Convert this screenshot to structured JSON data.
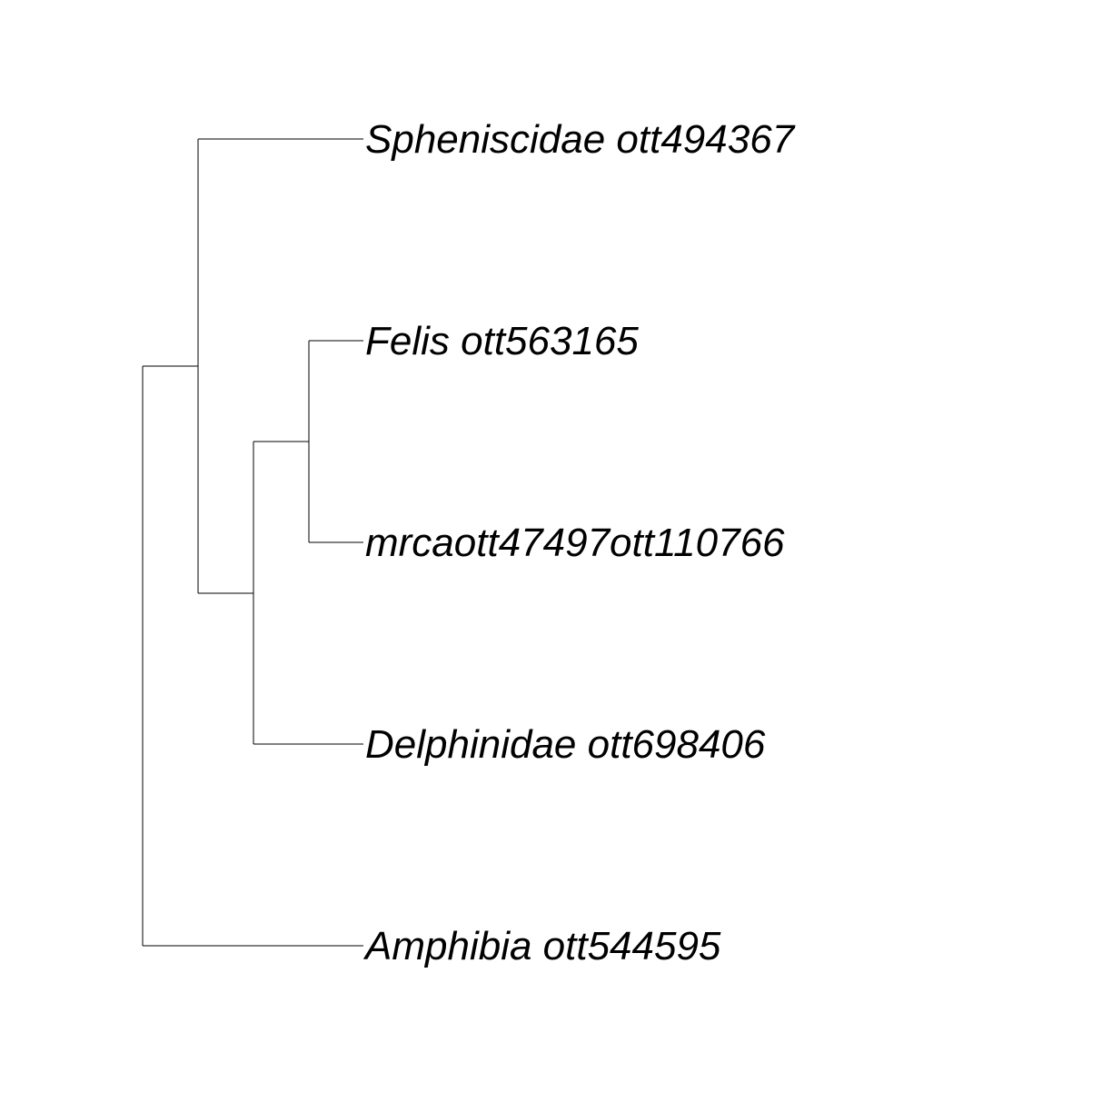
{
  "tree": {
    "type": "phylogram",
    "line_color": "#000000",
    "text_color": "#000000",
    "background": "#ffffff",
    "newick": "(((Spheniscidae_ott494367),((Felis_ott563165,mrcaott47497ott110766),Delphinidae_ott698406)),Amphibia_ott544595);",
    "tips": [
      {
        "id": "t1",
        "label": "Spheniscidae ott494367"
      },
      {
        "id": "t2",
        "label": "Felis ott563165"
      },
      {
        "id": "t3",
        "label": "mrcaott47497ott110766"
      },
      {
        "id": "t4",
        "label": "Delphinidae ott698406"
      },
      {
        "id": "t5",
        "label": "Amphibia ott544595"
      }
    ]
  }
}
